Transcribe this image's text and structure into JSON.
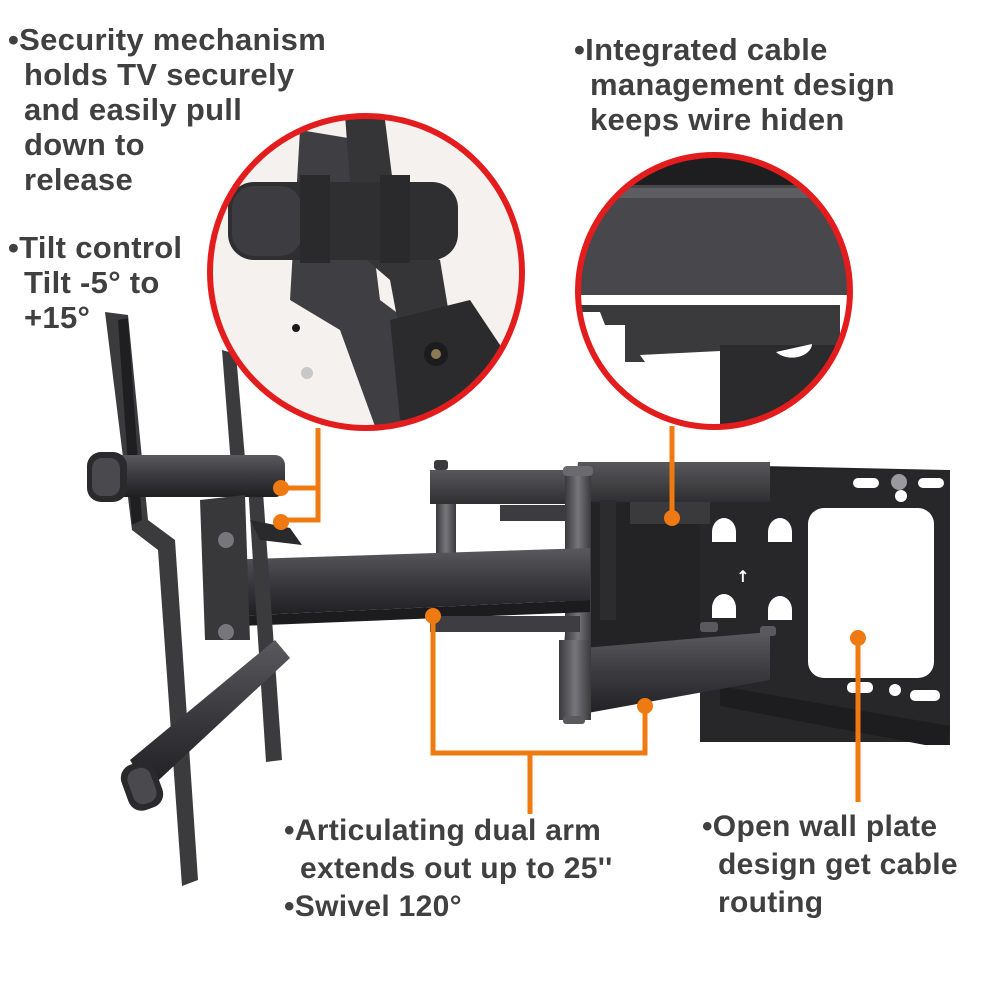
{
  "colors": {
    "callout_line": "#f07a12",
    "zoom_ring": "#e31d1d",
    "text": "#404040",
    "metal_dark": "#2b2b2d",
    "metal_mid": "#4a4a4e",
    "background": "#ffffff"
  },
  "callouts": {
    "security": {
      "lines": [
        "•Security mechanism",
        "holds TV securely",
        "and easily pull",
        "down to",
        "release"
      ]
    },
    "tilt": {
      "lines": [
        "•Tilt control",
        "Tilt -5° to",
        "+15°"
      ]
    },
    "cable": {
      "lines": [
        "•Integrated cable",
        "management design",
        "keeps wire hiden"
      ]
    },
    "arm": {
      "lines": [
        "•Articulating dual arm",
        "extends out up to 25''",
        "•Swivel 120°"
      ]
    },
    "wall": {
      "lines": [
        "•Open wall plate",
        "design get cable",
        "routing"
      ]
    }
  },
  "product": {
    "name": "full-motion-tv-wall-mount",
    "wall_plate_arrow": "↑"
  }
}
